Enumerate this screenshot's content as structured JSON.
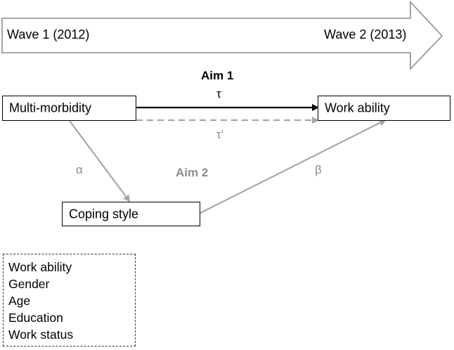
{
  "timeline": {
    "start_label": "Wave 1 (2012)",
    "end_label": "Wave 2 (2013)"
  },
  "aims": {
    "aim1": "Aim 1",
    "aim2": "Aim 2"
  },
  "nodes": {
    "multimorbidity": "Multi-morbidity",
    "work_ability": "Work ability",
    "coping_style": "Coping style"
  },
  "paths": {
    "tau": "τ",
    "tau_prime": "τ'",
    "alpha": "α",
    "beta": "β"
  },
  "covariates": [
    "Work ability",
    "Gender",
    "Age",
    "Education",
    "Work status"
  ],
  "colors": {
    "dark": "#000000",
    "grey": "#a6a6a6",
    "grey_text": "#8c8c8c",
    "arrow_outline": "#8c8c8c"
  }
}
